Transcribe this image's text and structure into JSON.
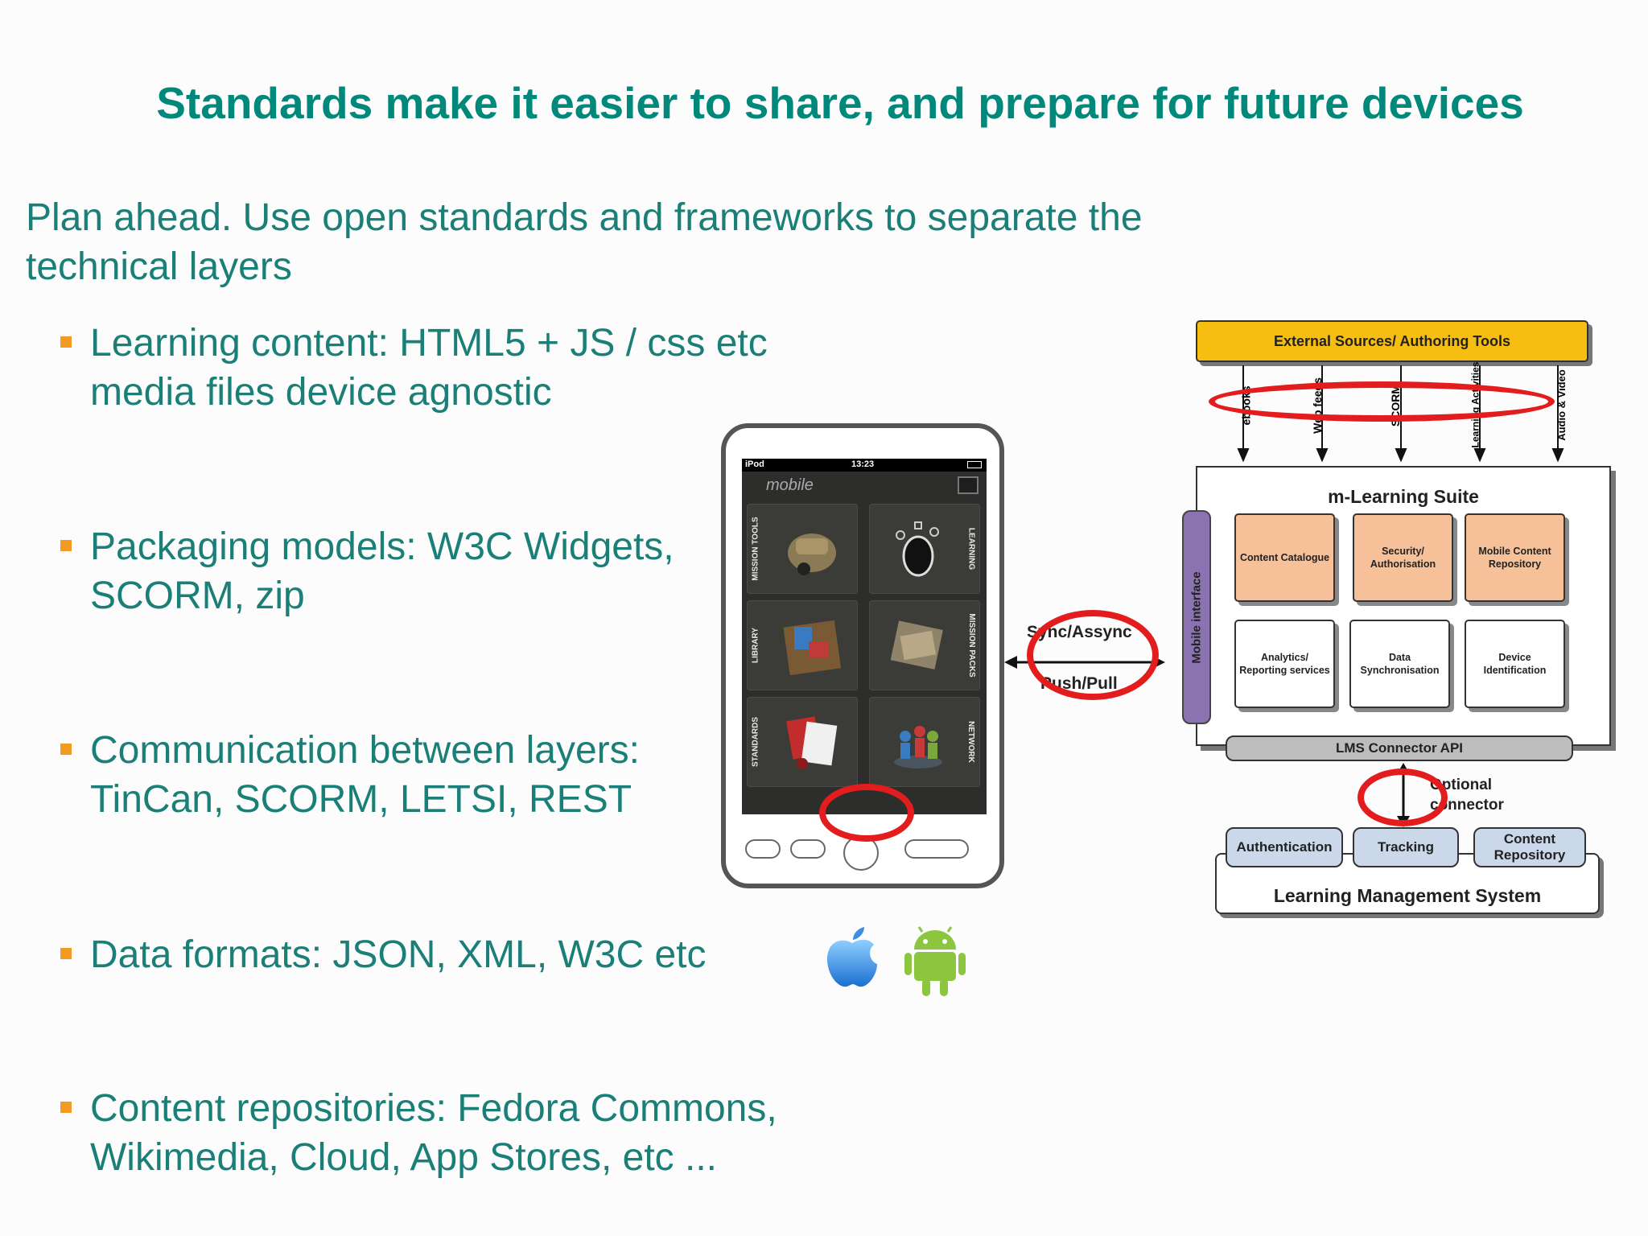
{
  "slide": {
    "title": "Standards make it easier to share, and prepare for future devices",
    "subtitle": "Plan ahead. Use open standards and frameworks to separate the technical layers",
    "bullets": [
      "Learning content: HTML5 + JS / css etc media files device agnostic",
      "Packaging models: W3C Widgets, SCORM, zip",
      "Communication between layers: TinCan, SCORM, LETSI, REST",
      "Data formats: JSON, XML, W3C etc",
      "Content repositories: Fedora Commons, Wikimedia, Cloud, App Stores, etc ..."
    ]
  },
  "phone": {
    "status_left": "iPod",
    "status_time": "13:23",
    "brand": "mobile",
    "tiles": [
      "MISSION TOOLS",
      "LEARNING",
      "LIBRARY",
      "MISSION PACKS",
      "STANDARDS",
      "NETWORK"
    ]
  },
  "diagram": {
    "external": "External Sources/ Authoring Tools",
    "sources": [
      "ebooks",
      "Web feeds",
      "SCORM",
      "Learning Activities",
      "Audio & Video"
    ],
    "suite_title": "m-Learning Suite",
    "mobile_interface": "Mobile interface",
    "modules": [
      "Content Catalogue",
      "Security/ Authorisation",
      "Mobile Content Repository",
      "Analytics/ Reporting services",
      "Data Synchronisation",
      "Device Identification"
    ],
    "sync_top": "Sync/Assync",
    "sync_bottom": "Push/Pull",
    "lms_api": "LMS Connector API",
    "optional_line1": "Optional",
    "optional_line2": "connector",
    "lms_modules": [
      "Authentication",
      "Tracking",
      "Content Repository"
    ],
    "lms": "Learning Management System"
  },
  "logos": [
    "apple-logo",
    "android-logo"
  ],
  "colors": {
    "title": "#00897b",
    "text": "#1a7f77",
    "bullet": "#f39a22",
    "highlight": "#e31d1d",
    "external": "#f7be12",
    "module": "#f6c198",
    "mobile_interface": "#8a73b0",
    "lms_module": "#cbd8ea"
  }
}
